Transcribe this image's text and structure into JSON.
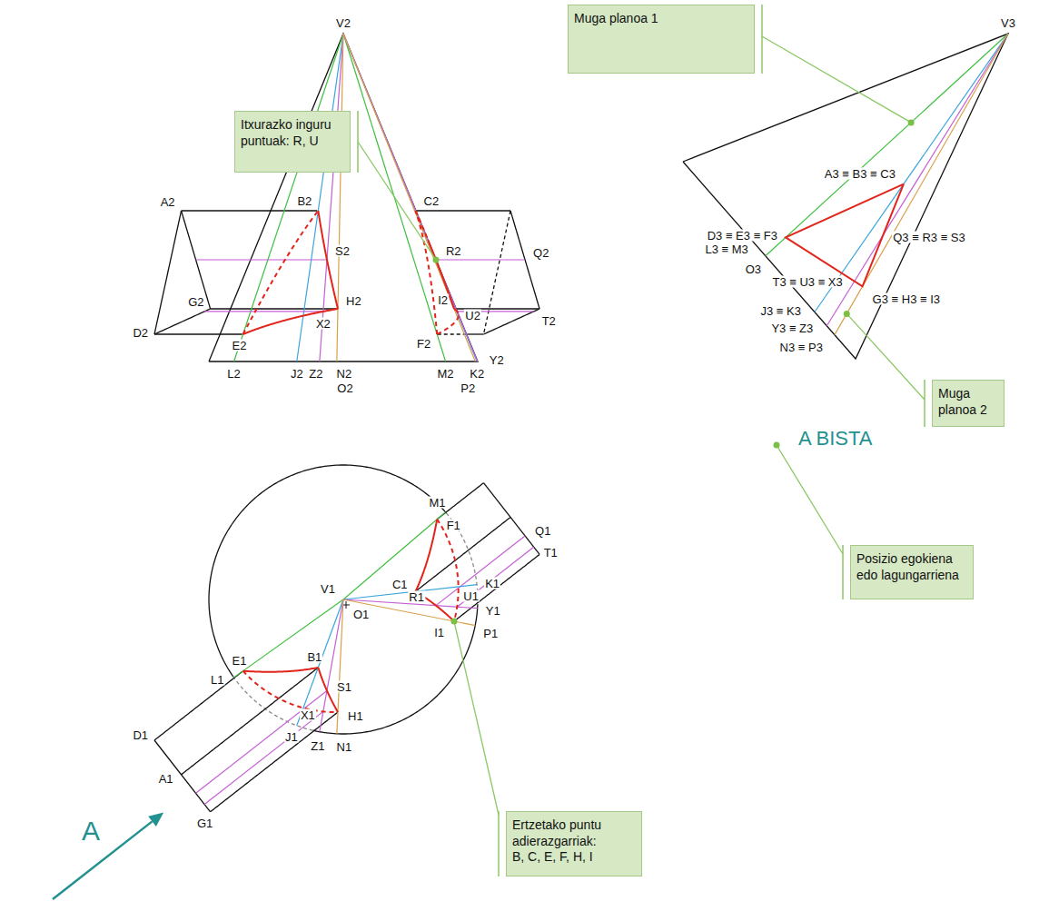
{
  "diagram": {
    "nodes": [
      {
        "text": [
          "Muga planoa 1"
        ]
      },
      {
        "text": [
          "Itxurazko inguru puntuak: R, U"
        ]
      },
      {
        "text": [
          "Muga planoa 2"
        ]
      },
      {
        "text": [
          "Posizio egokiena edo lagungarriena"
        ]
      },
      {
        "text": [
          "Ertzetako puntu adierazgarriak: B, C, E, F, H, I"
        ]
      }
    ],
    "labels": [
      "V2",
      "A2",
      "B2",
      "C2",
      "R2",
      "Q2",
      "S2",
      "G2",
      "H2",
      "I2",
      "D2",
      "E2",
      "X2",
      "U2",
      "T2",
      "F2",
      "L2",
      "J2",
      "Z2",
      "O2",
      "N2",
      "M2",
      "K2",
      "P2",
      "Y2",
      "V3",
      "A3 ≡ B3 ≡ C3",
      "D3 ≡ E3 ≡ F3",
      "Q3 ≡ R3 ≡ S3",
      "L3 ≡ M3",
      "O3",
      "T3 ≡ U3 ≡ X3",
      "J3 ≡ K3",
      "G3 ≡ H3 ≡ I3",
      "Y3 ≡ Z3",
      "N3 ≡ P3",
      "A BISTA",
      "M1",
      "F1",
      "Q1",
      "T1",
      "C1",
      "K1",
      "V1",
      "O1",
      "R1",
      "Y1",
      "U1",
      "E1",
      "B1",
      "L1",
      "S1",
      "I1",
      "P1",
      "H1",
      "D1",
      "J1",
      "X1",
      "Z1",
      "N1",
      "A1",
      "G1",
      "A"
    ]
  }
}
